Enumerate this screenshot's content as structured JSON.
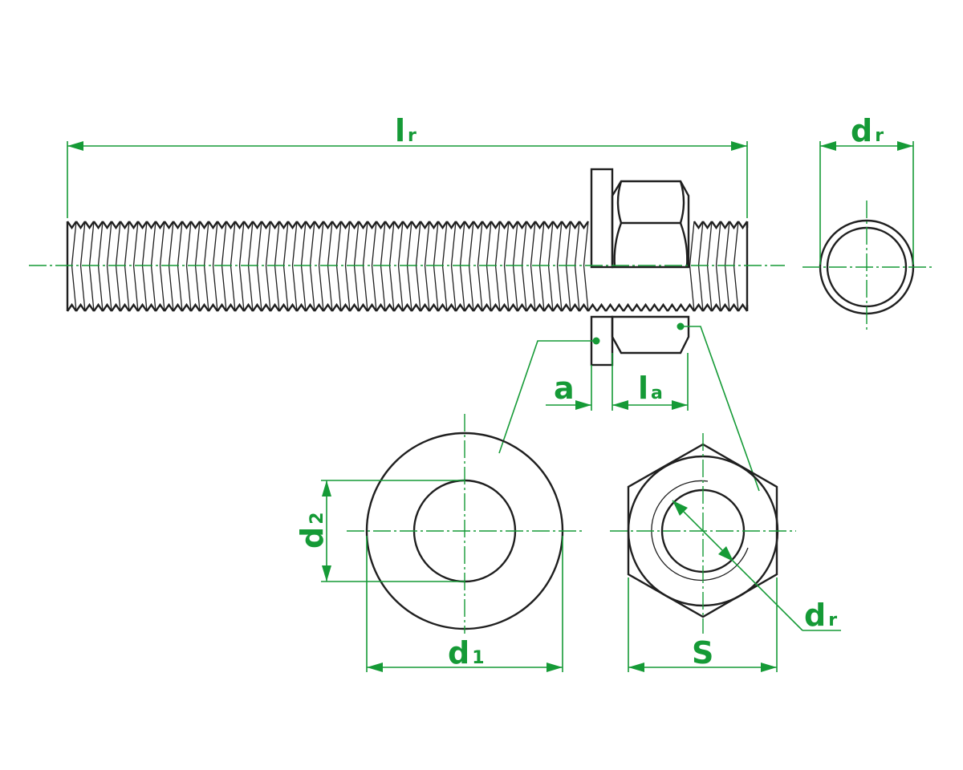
{
  "colors": {
    "ink": "#1f1f1f",
    "dimension": "#159a36",
    "background": "#ffffff"
  },
  "labels": {
    "lr": {
      "main": "l",
      "sub": "r"
    },
    "dr_side": {
      "main": "d",
      "sub": "r"
    },
    "a": {
      "main": "a"
    },
    "la": {
      "main": "l",
      "sub": "a"
    },
    "d2": {
      "main": "d",
      "sub": "2"
    },
    "d1": {
      "main": "d",
      "sub": "1"
    },
    "s": {
      "main": "S"
    },
    "dr_nut": {
      "main": "d",
      "sub": "r"
    }
  },
  "icons": {
    "dimension_arrow": "filled-triangle-arrow",
    "leader_dot": "filled-circle"
  }
}
